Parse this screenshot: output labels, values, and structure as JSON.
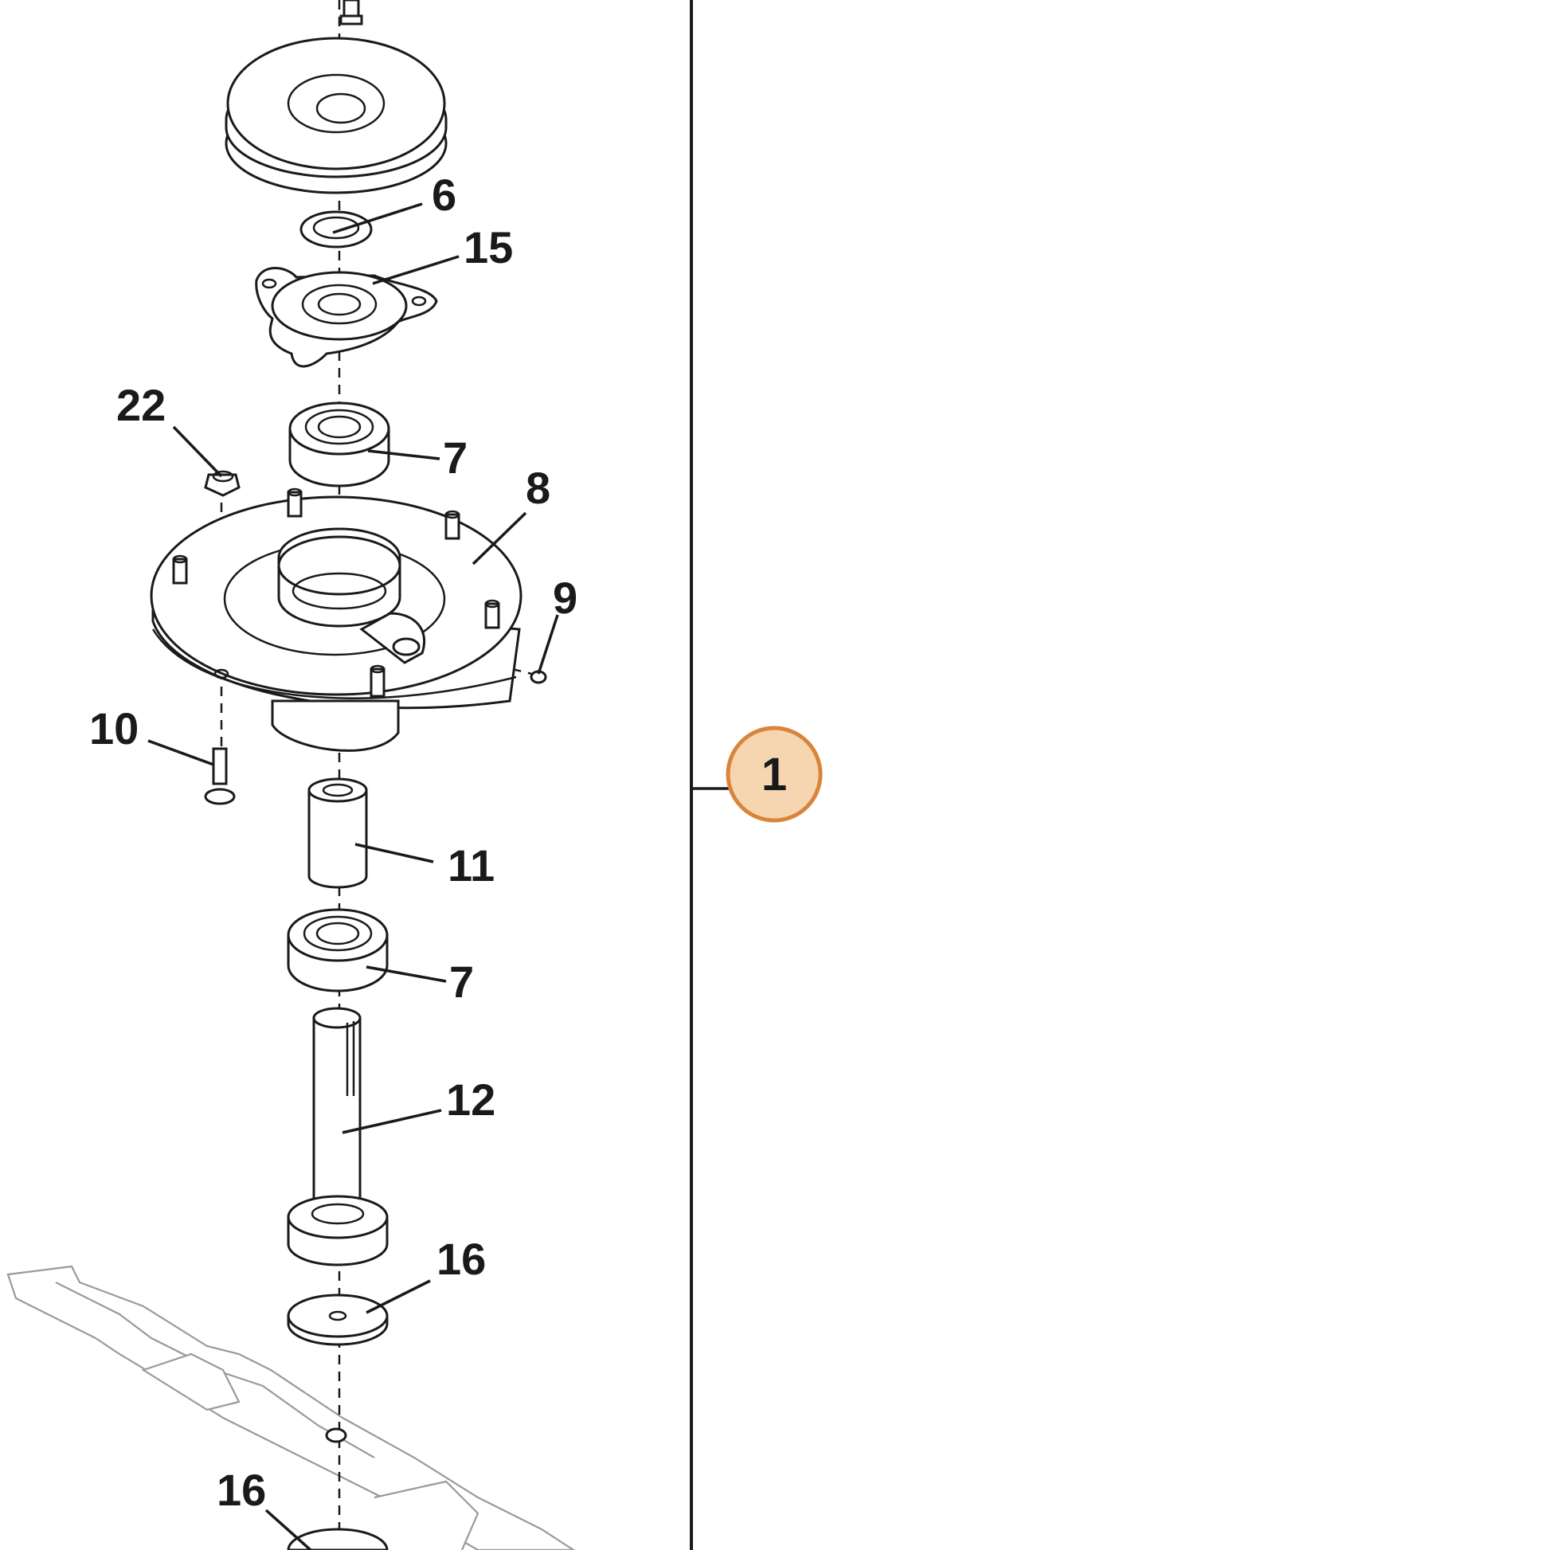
{
  "callouts": {
    "c6": "6",
    "c15": "15",
    "c22": "22",
    "c7a": "7",
    "c8": "8",
    "c9": "9",
    "c10": "10",
    "c11": "11",
    "c7b": "7",
    "c12": "12",
    "c16a": "16",
    "c16b": "16"
  },
  "highlight": {
    "label": "1",
    "fill": "#f6d6b0",
    "stroke": "#d9843a"
  }
}
